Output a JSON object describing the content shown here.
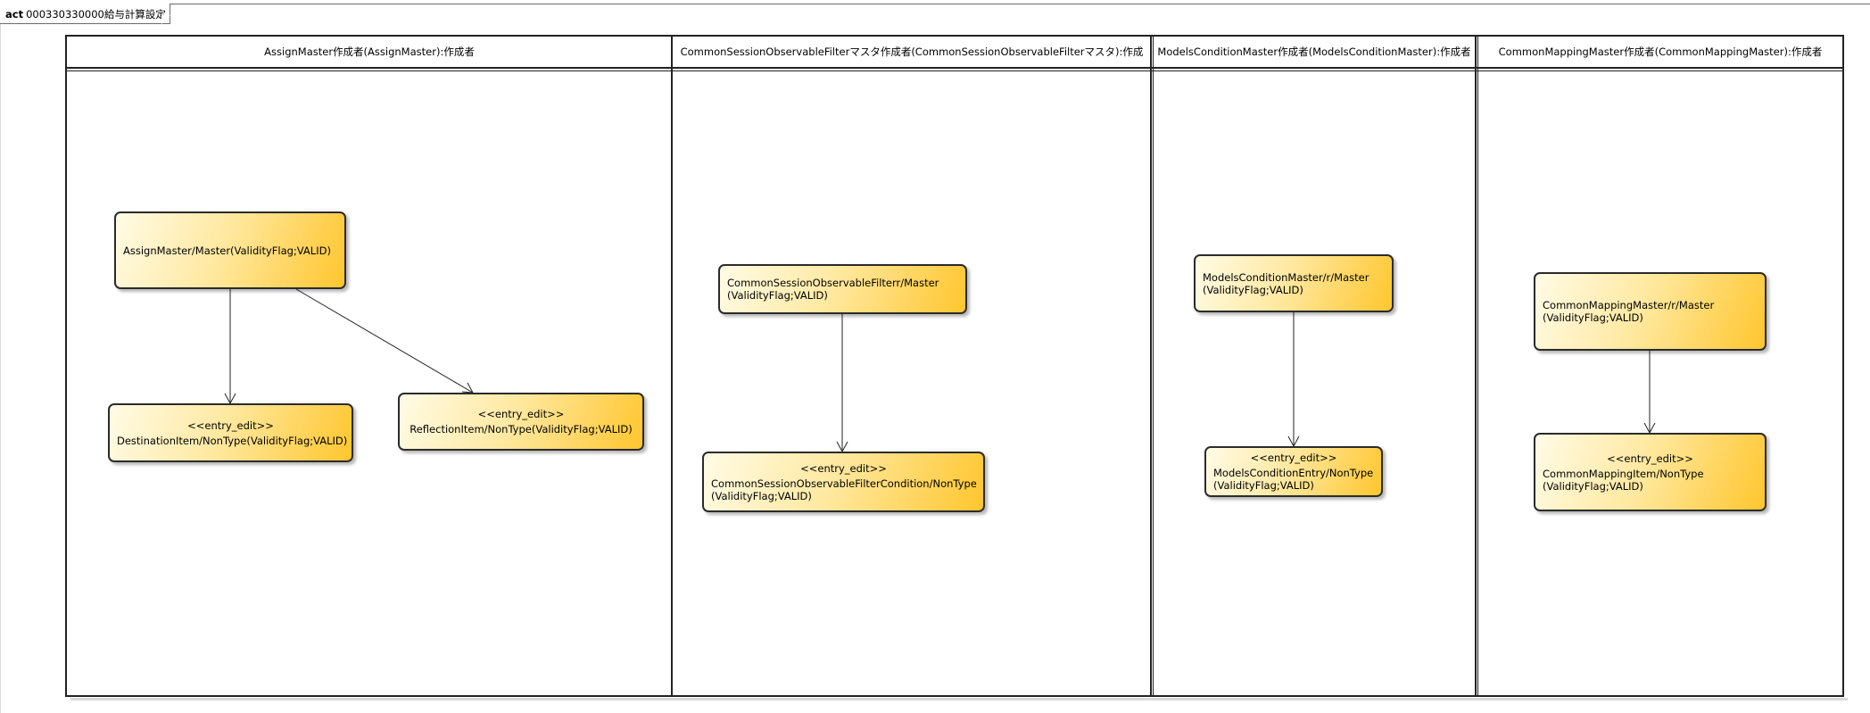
{
  "frame": {
    "keyword": "act",
    "title": "000330330000給与計算設定"
  },
  "lanes": [
    {
      "title": "AssignMaster作成者(AssignMaster):作成者"
    },
    {
      "title": "CommonSessionObservableFilterマスタ作成者(CommonSessionObservableFilterマスタ):作成"
    },
    {
      "title": "ModelsConditionMaster作成者(ModelsConditionMaster):作成者"
    },
    {
      "title": "CommonMappingMaster作成者(CommonMappingMaster):作成者"
    }
  ],
  "nodes": {
    "assign_master": {
      "stereotype": "",
      "label": "AssignMaster/Master(ValidityFlag;VALID)"
    },
    "destination_item": {
      "stereotype": "<<entry_edit>>",
      "label": "DestinationItem/NonType(ValidityFlag;VALID)"
    },
    "reflection_item": {
      "stereotype": "<<entry_edit>>",
      "label": "ReflectionItem/NonType(ValidityFlag;VALID)"
    },
    "csof_master": {
      "stereotype": "",
      "label": "CommonSessionObservableFilterr/Master\n(ValidityFlag;VALID)"
    },
    "csof_condition": {
      "stereotype": "<<entry_edit>>",
      "label": "CommonSessionObservableFilterCondition/NonType\n(ValidityFlag;VALID)"
    },
    "models_master": {
      "stereotype": "",
      "label": "ModelsConditionMaster/r/Master\n(ValidityFlag;VALID)"
    },
    "models_entry": {
      "stereotype": "<<entry_edit>>",
      "label": "ModelsConditionEntry/NonType\n(ValidityFlag;VALID)"
    },
    "mapping_master": {
      "stereotype": "",
      "label": "CommonMappingMaster/r/Master\n(ValidityFlag;VALID)"
    },
    "mapping_item": {
      "stereotype": "<<entry_edit>>",
      "label": "CommonMappingItem/NonType\n(ValidityFlag;VALID)"
    }
  },
  "edges": [
    {
      "from": "assign_master",
      "to": "destination_item"
    },
    {
      "from": "assign_master",
      "to": "reflection_item"
    },
    {
      "from": "csof_master",
      "to": "csof_condition"
    },
    {
      "from": "models_master",
      "to": "models_entry"
    },
    {
      "from": "mapping_master",
      "to": "mapping_item"
    }
  ],
  "colors": {
    "node_fill_light": "#fffbe6",
    "node_fill_dark": "#ffc62e",
    "border": "#222222"
  }
}
